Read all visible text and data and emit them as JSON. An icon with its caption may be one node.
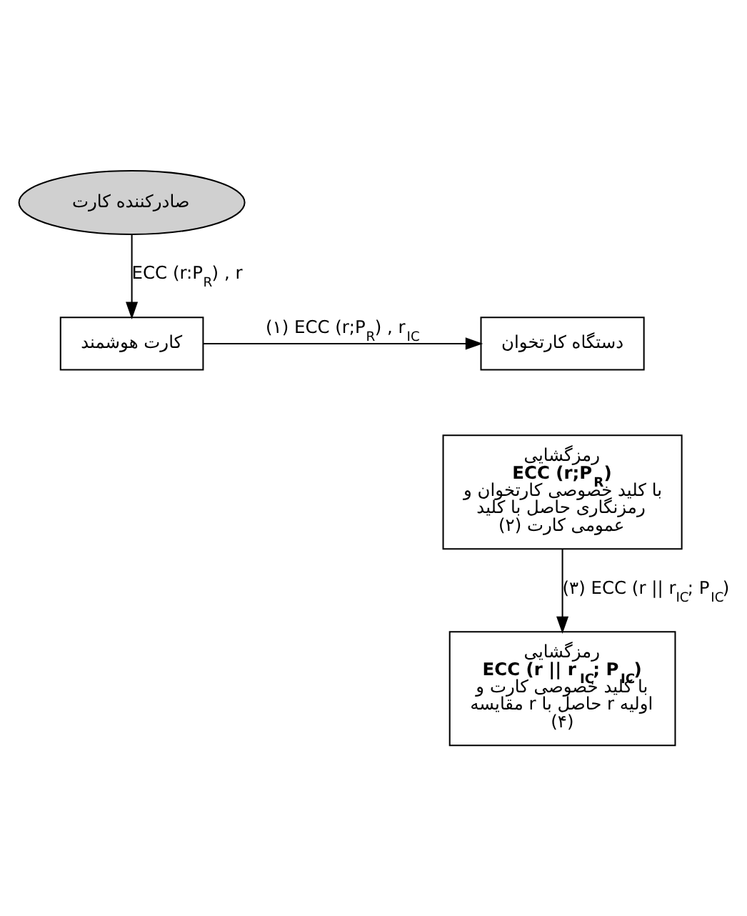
{
  "diagram": {
    "nodes": [
      {
        "text": [
          "صادرکننده کارت"
        ]
      },
      {
        "text": [
          "کارت هوشمند"
        ]
      },
      {
        "text": [
          "دستگاه کارتخوان"
        ]
      },
      {
        "text": [
          "رمزگشایی **ECC (r;P$_{R}$)** با کلید خصوصی کارتخوان و رمزنگاری حاصل با کلید عمومی کارت (۲)"
        ]
      },
      {
        "text": [
          "رمزگشایی **ECC (r || r$_{IC}$; P$_{IC}$)** با کلید خصوصی کارت و مقایسه r حاصل با r اولیه (۴)"
        ]
      }
    ],
    "edges": [
      {
        "from": 0,
        "to": 1,
        "arrow": "to",
        "label": "ECC (r:P$_{R}$) , r"
      },
      {
        "from": 1,
        "to": 2,
        "arrow": "to",
        "label": "(۱) ECC (r;P$_{R}$) , r$_{IC}$"
      },
      {
        "from": 3,
        "to": 4,
        "arrow": "to",
        "label": "(۳) ECC (r || r$_{IC}$; P$_{IC}$)"
      }
    ]
  }
}
